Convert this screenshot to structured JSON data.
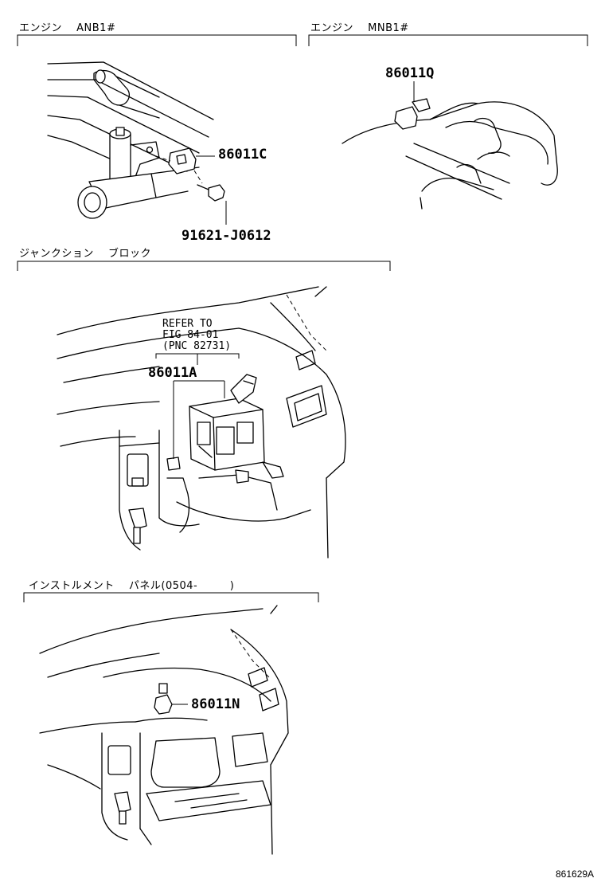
{
  "sections": [
    {
      "id": "engine-anb1",
      "title": "エンジン　 ANB1#"
    },
    {
      "id": "engine-mnb1",
      "title": "エンジン　 MNB1#"
    },
    {
      "id": "junction-block",
      "title": "ジャンクション　 ブロック"
    },
    {
      "id": "instrument-panel",
      "title": "インストルメント　 パネル(0504-　　　)"
    }
  ],
  "parts": {
    "p86011C": "86011C",
    "p91621": "91621-J0612",
    "p86011Q": "86011Q",
    "p86011A": "86011A",
    "p86011N": "86011N"
  },
  "refer_note": {
    "line1": "REFER TO",
    "line2": "FIG 84-01",
    "line3": "(PNC 82731)"
  },
  "figure_id": "861629A"
}
